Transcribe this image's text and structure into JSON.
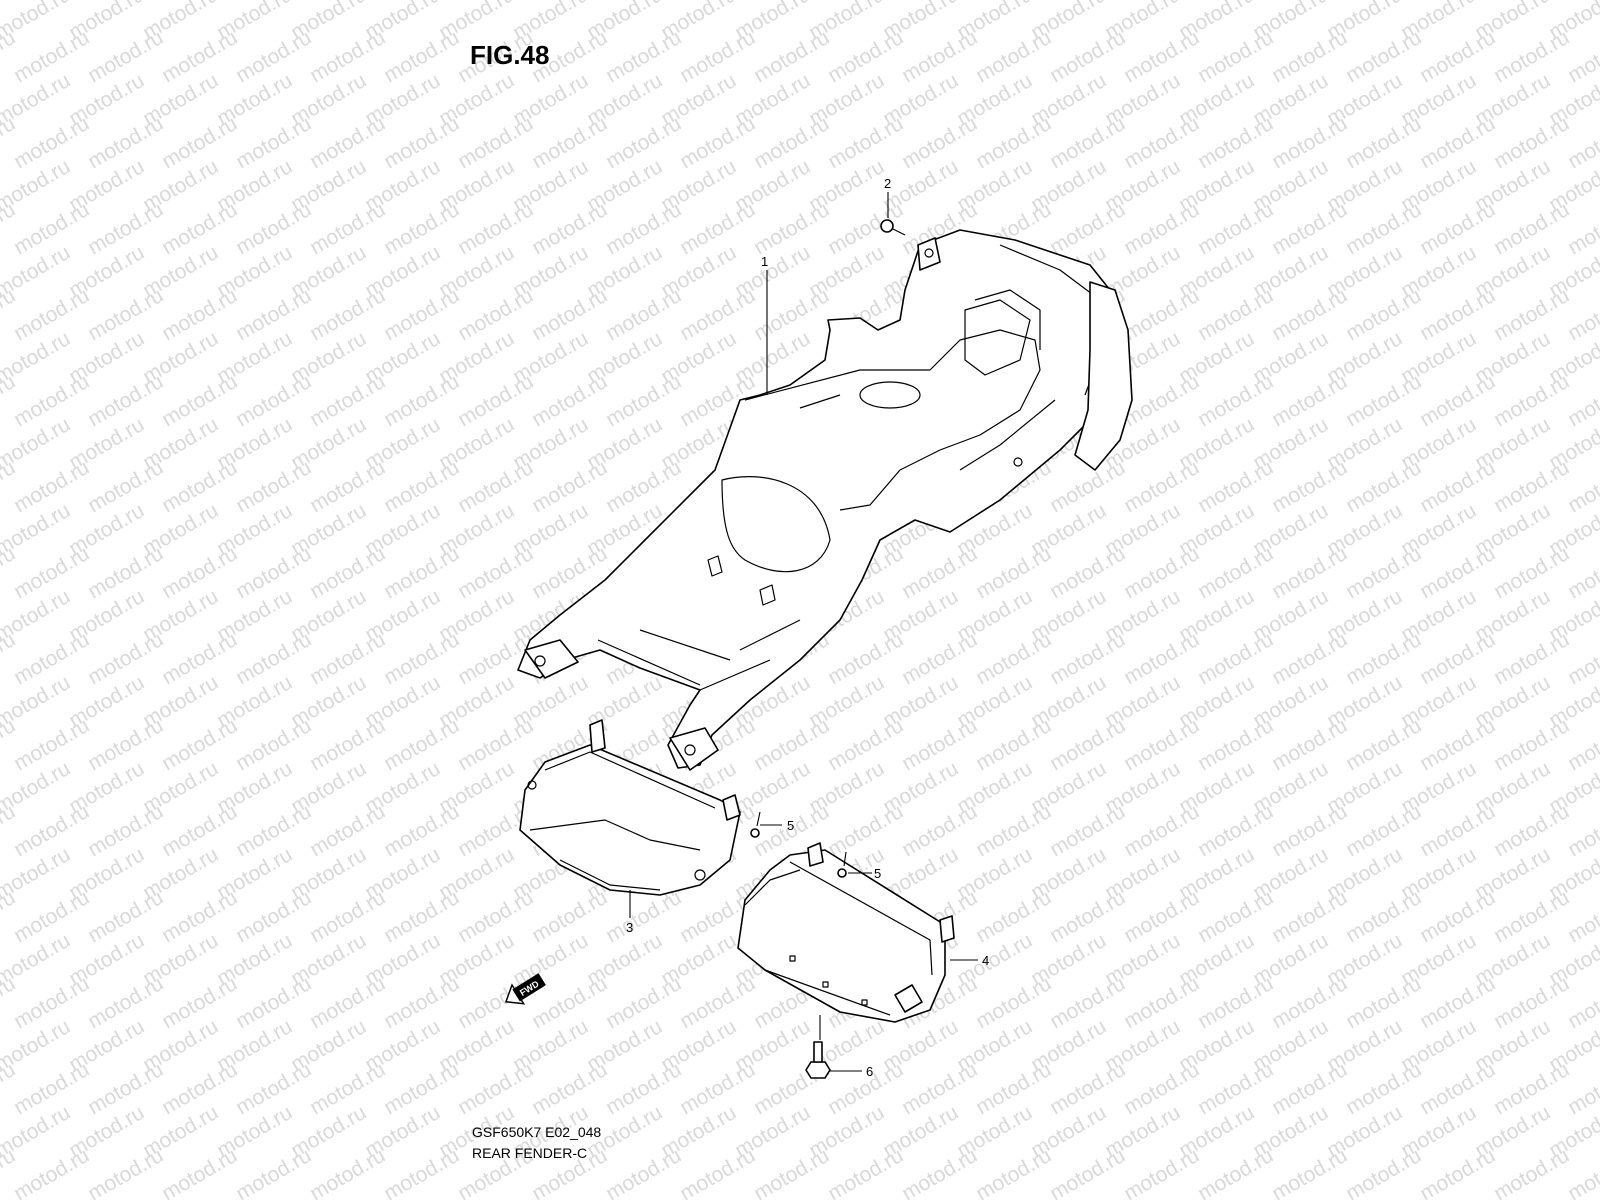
{
  "figure": {
    "title": "FIG.48",
    "code": "GSF650K7 E02_048",
    "name": "REAR FENDER-C"
  },
  "watermark": "motod.ru",
  "callouts": [
    "1",
    "2",
    "3",
    "4",
    "5",
    "5",
    "6"
  ],
  "fwd_label": "FWD"
}
